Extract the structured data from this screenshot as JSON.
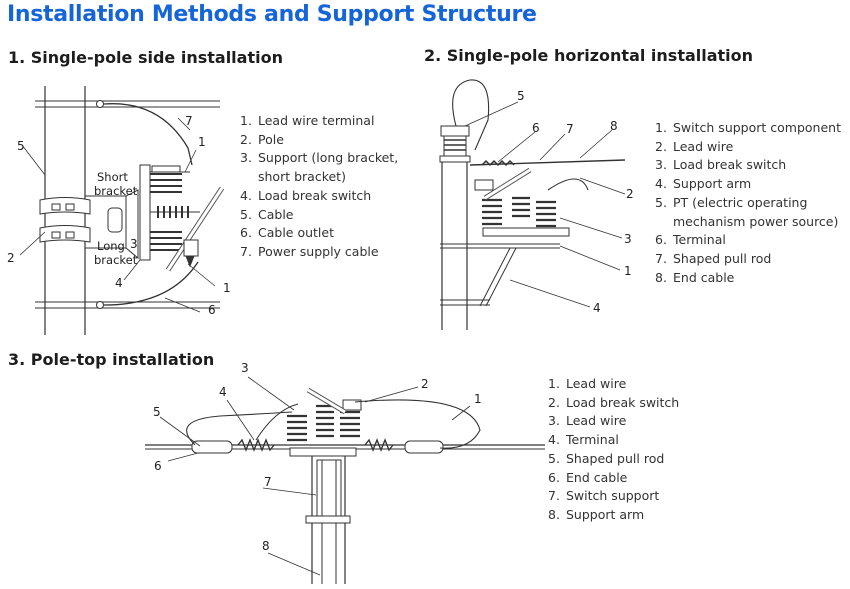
{
  "title": "Installation Methods and Support Structure",
  "section1": {
    "title": "1. Single-pole side installation",
    "labels": {
      "short_bracket_1": "Short",
      "short_bracket_2": "bracket",
      "long_bracket_1": "Long",
      "long_bracket_2": "bracket"
    },
    "callouts": [
      "1",
      "2",
      "3",
      "4",
      "5",
      "6",
      "7"
    ],
    "legend": [
      {
        "num": "1.",
        "text": "Lead wire terminal"
      },
      {
        "num": "2.",
        "text": "Pole"
      },
      {
        "num": "3.",
        "text": "Support (long bracket, short bracket)"
      },
      {
        "num": "4.",
        "text": "Load break switch"
      },
      {
        "num": "5.",
        "text": "Cable"
      },
      {
        "num": "6.",
        "text": "Cable outlet"
      },
      {
        "num": "7.",
        "text": "Power supply cable"
      }
    ]
  },
  "section2": {
    "title": "2. Single-pole horizontal installation",
    "callouts": [
      "1",
      "2",
      "3",
      "4",
      "5",
      "6",
      "7",
      "8"
    ],
    "legend": [
      {
        "num": "1.",
        "text": "Switch support component"
      },
      {
        "num": "2.",
        "text": "Lead wire"
      },
      {
        "num": "3.",
        "text": "Load break switch"
      },
      {
        "num": "4.",
        "text": "Support arm"
      },
      {
        "num": "5.",
        "text": "PT (electric operating mechanism power source)"
      },
      {
        "num": "6.",
        "text": "Terminal"
      },
      {
        "num": "7.",
        "text": "Shaped pull rod"
      },
      {
        "num": "8.",
        "text": "End cable"
      }
    ]
  },
  "section3": {
    "title": "3. Pole-top installation",
    "callouts": [
      "1",
      "2",
      "3",
      "4",
      "5",
      "6",
      "7",
      "8"
    ],
    "legend": [
      {
        "num": "1.",
        "text": "Lead wire"
      },
      {
        "num": "2.",
        "text": "Load break switch"
      },
      {
        "num": "3.",
        "text": "Lead wire"
      },
      {
        "num": "4.",
        "text": "Terminal"
      },
      {
        "num": "5.",
        "text": "Shaped pull rod"
      },
      {
        "num": "6.",
        "text": "End cable"
      },
      {
        "num": "7.",
        "text": "Switch support"
      },
      {
        "num": "8.",
        "text": "Support arm"
      }
    ]
  }
}
